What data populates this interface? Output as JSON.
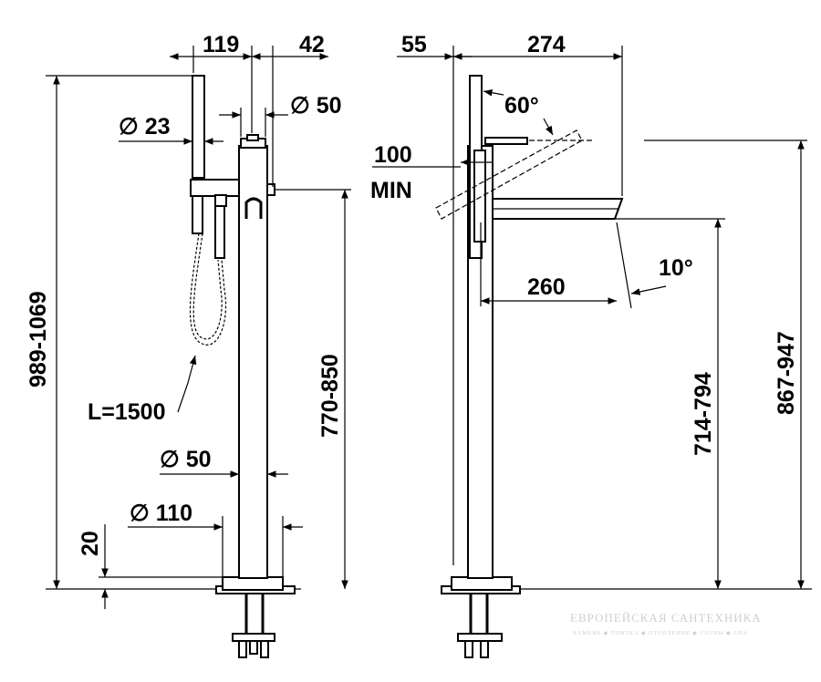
{
  "dimensions": {
    "top_119": "119",
    "top_42": "42",
    "dia_50_top": "∅ 50",
    "dia_23": "∅ 23",
    "height_total": "989-1069",
    "hose_length": "L=1500",
    "height_spout_front": "770-850",
    "dia_50_column": "∅ 50",
    "dia_110_base": "∅ 110",
    "base_20": "20",
    "side_55": "55",
    "side_274": "274",
    "angle_60": "60°",
    "min_100": "100",
    "min_label": "MIN",
    "angle_10": "10°",
    "reach_260": "260",
    "height_714": "714-794",
    "height_867": "867-947"
  },
  "watermark": {
    "title": "ЕВРОПЕЙСКАЯ САНТЕХНИКА",
    "subtitle": "КАМЕНЬ ◆ ПЛИТКА ◆ ОТОПЛЕНИЕ ◆ САУНЫ ◆ СПА"
  }
}
